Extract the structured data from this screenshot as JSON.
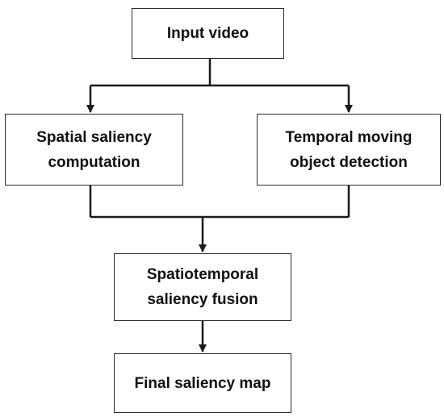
{
  "nodes": {
    "input": "Input video",
    "spatial": "Spatial saliency\ncomputation",
    "temporal": "Temporal moving\nobject detection",
    "fusion": "Spatiotemporal\nsaliency fusion",
    "final": "Final saliency map"
  },
  "edges": [
    {
      "from": "input",
      "to": "spatial"
    },
    {
      "from": "input",
      "to": "temporal"
    },
    {
      "from": "spatial",
      "to": "fusion"
    },
    {
      "from": "temporal",
      "to": "fusion"
    },
    {
      "from": "fusion",
      "to": "final"
    }
  ],
  "colors": {
    "stroke": "#1a1a1a",
    "box_border": "#2b2b2b",
    "text": "#111111",
    "background": "#ffffff"
  }
}
